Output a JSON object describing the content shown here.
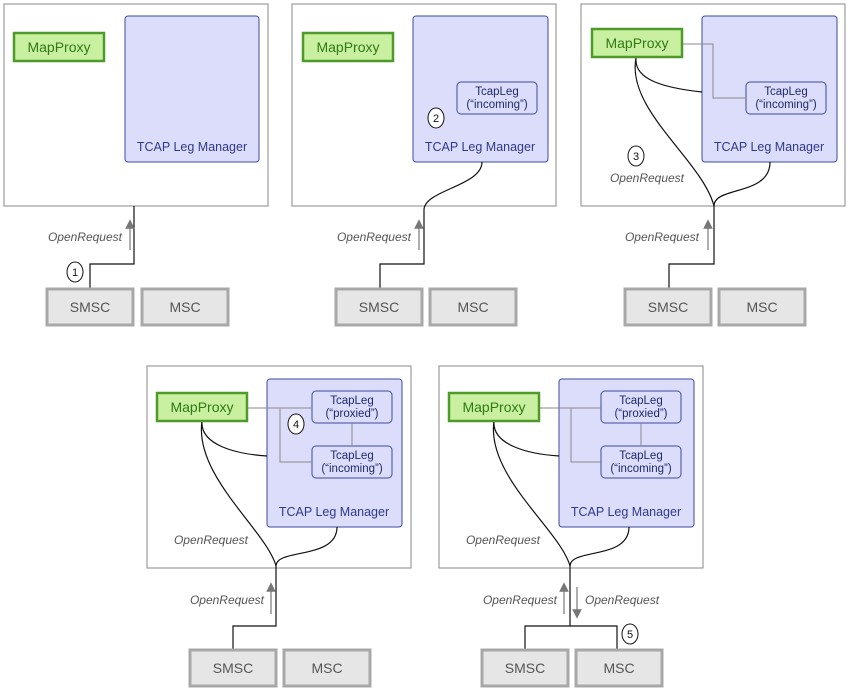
{
  "labels": {
    "map_proxy": "MapProxy",
    "manager": "TCAP Leg Manager",
    "leg_title": "TcapLeg",
    "leg_incoming": "(“incoming”)",
    "leg_proxied": "(“proxied”)",
    "smsc": "SMSC",
    "msc": "MSC",
    "open_request": "OpenRequest"
  },
  "steps": [
    "1",
    "2",
    "3",
    "4",
    "5"
  ],
  "colors": {
    "proxy_fill": "#c8f0a0",
    "proxy_border": "#4e9a2a",
    "manager_fill": "#dcdcfb",
    "manager_border": "#3e4aa0",
    "node_fill": "#e6e6e6",
    "node_border": "#a8a8a8"
  }
}
